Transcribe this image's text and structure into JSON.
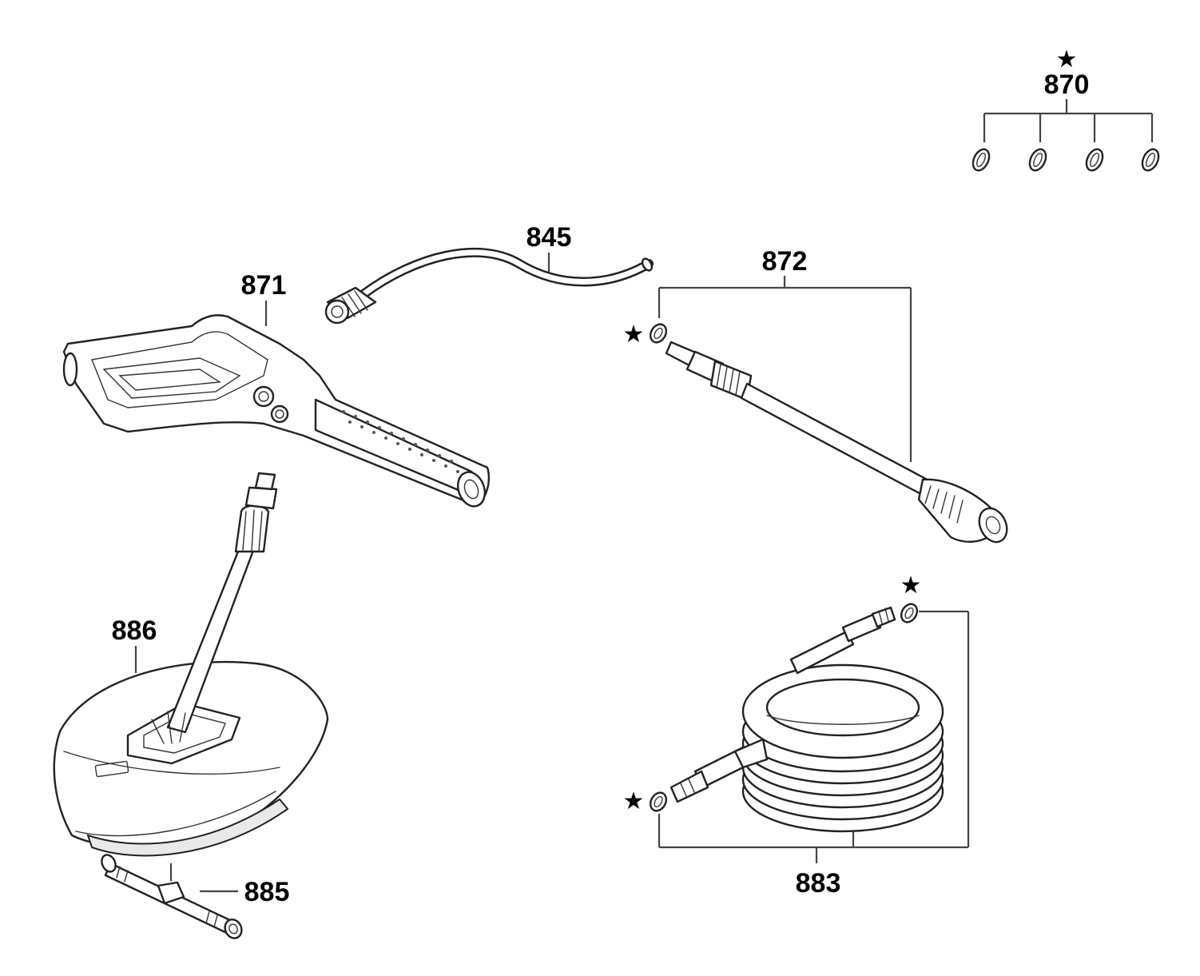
{
  "diagram": {
    "parts": [
      {
        "id": "870",
        "star": "★"
      },
      {
        "id": "845"
      },
      {
        "id": "871"
      },
      {
        "id": "872",
        "star": "★"
      },
      {
        "id": "886"
      },
      {
        "id": "885"
      },
      {
        "id": "883",
        "star_top": "★",
        "star_bottom": "★"
      }
    ]
  }
}
